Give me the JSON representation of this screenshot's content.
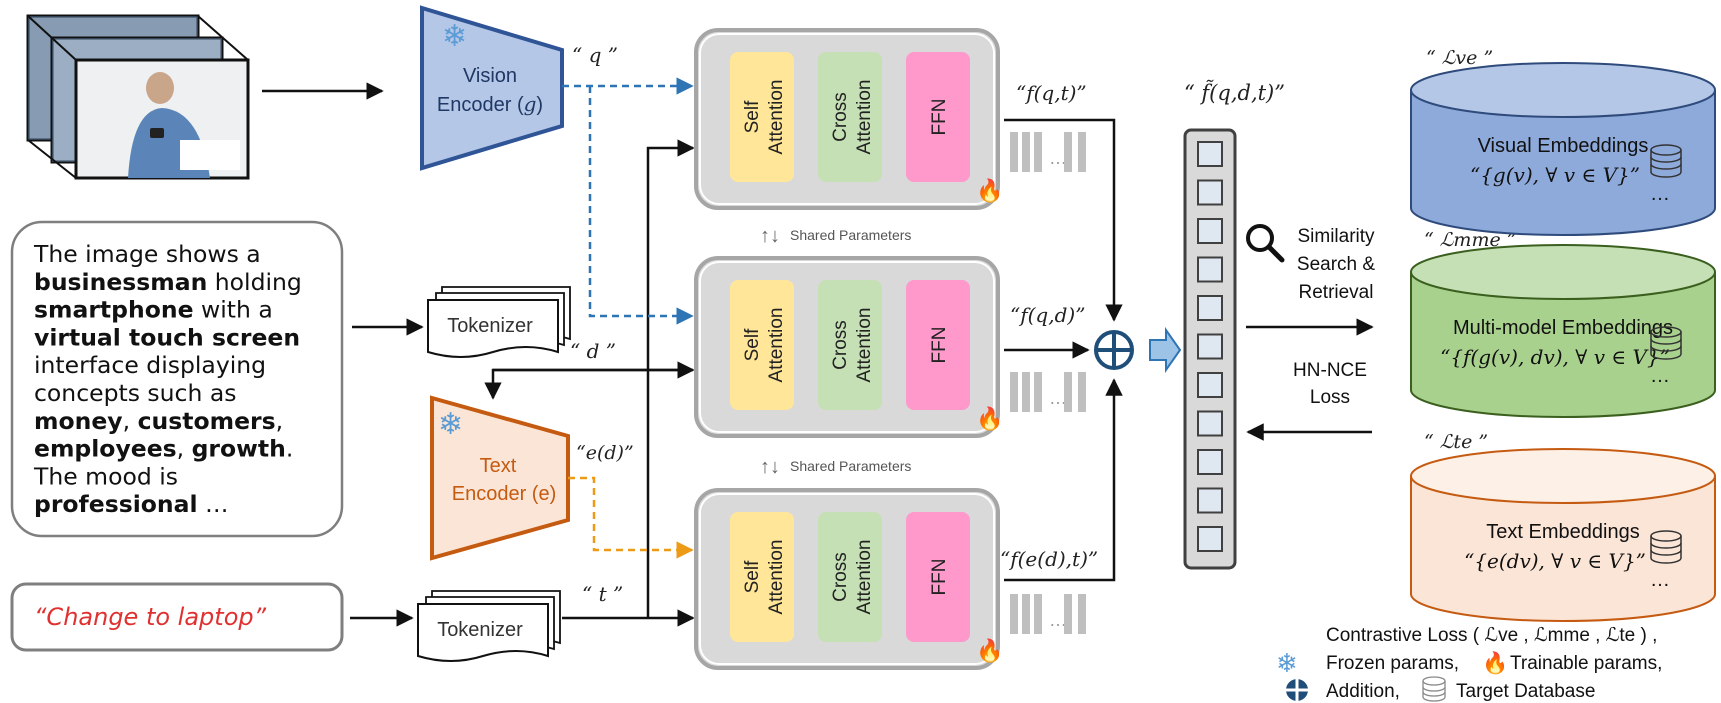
{
  "encoders": {
    "vision": {
      "line1": "Vision",
      "line2": "Encoder (",
      "var": "g",
      "close": ")"
    },
    "text": {
      "line1": "Text",
      "line2": "Encoder (e)"
    }
  },
  "tokenizer_label": "Tokenizer",
  "description": {
    "lines": [
      [
        {
          "t": "The image shows a",
          "b": false
        }
      ],
      [
        {
          "t": "businessman",
          "b": true
        },
        {
          "t": " holding",
          "b": false
        }
      ],
      [
        {
          "t": "smartphone",
          "b": true
        },
        {
          "t": " with a",
          "b": false
        }
      ],
      [
        {
          "t": "virtual touch screen",
          "b": true
        }
      ],
      [
        {
          "t": "interface displaying",
          "b": false
        }
      ],
      [
        {
          "t": "concepts such as",
          "b": false
        }
      ],
      [
        {
          "t": "money",
          "b": true
        },
        {
          "t": ", ",
          "b": false
        },
        {
          "t": "customers",
          "b": true
        },
        {
          "t": ",",
          "b": false
        }
      ],
      [
        {
          "t": "employees",
          "b": true
        },
        {
          "t": ", ",
          "b": false
        },
        {
          "t": "growth",
          "b": true
        },
        {
          "t": ".",
          "b": false
        }
      ],
      [
        {
          "t": "The mood is",
          "b": false
        }
      ],
      [
        {
          "t": "professional",
          "b": true
        },
        {
          "t": " …",
          "b": false
        }
      ]
    ]
  },
  "instruction": "“Change to  laptop”",
  "transformer_blocks": [
    "Self Attention",
    "Cross Attention",
    "FFN"
  ],
  "shared_parameters": "Shared Parameters",
  "vars": {
    "q": "“ q ”",
    "d": "“ d ”",
    "t": "“ t ”",
    "ed": "“e(d)”",
    "fqt": "“f(q,t)”",
    "fqd": "“f(q,d)”",
    "fedt": "“f(e(d),t)”",
    "fused": "“ f̃(q,d,t)”",
    "lve": "“ ℒve ”",
    "lmme": "“ ℒmme ”",
    "lte": "“ ℒte ”"
  },
  "retrieval": {
    "line1": "Similarity",
    "line2": "Search &",
    "line3": "Retrieval"
  },
  "loss": {
    "line1": "HN-NCE",
    "line2": "Loss"
  },
  "databases": [
    {
      "name": "Visual Embeddings",
      "formula": "“{g(v), ∀ v ∈ V}”",
      "color": "#8eaadb",
      "top_color": "#b4c7e7",
      "stroke": "#2f4b7c"
    },
    {
      "name": "Multi-model Embeddings",
      "formula": "“{f(g(v), dv), ∀ v ∈ V}”",
      "color": "#a9d18e",
      "top_color": "#c5e0b4",
      "stroke": "#3a5f1e"
    },
    {
      "name": "Text Embeddings",
      "formula": "“{e(dv), ∀ v ∈ V}”",
      "color": "#fbe5d6",
      "top_color": "#fdf0e7",
      "stroke": "#c55a11"
    }
  ],
  "ellipsis": "…",
  "legend": {
    "line1": "Contrastive Loss ( ℒve , ℒmme , ℒte )  ,",
    "frozen": "Frozen params,",
    "trainable": "Trainable params,",
    "addition": "Addition,",
    "target": "Target Database"
  },
  "colors": {
    "vision_fill": "#b4c7e7",
    "vision_stroke": "#2f5597",
    "text_fill": "#fbe5d6",
    "text_stroke": "#c55a11",
    "self_attention": "#ffe699",
    "cross_attention": "#c5e0b4",
    "ffn": "#ff99cc",
    "block_bg": "#d9d9d9",
    "plus": "#1f4e79",
    "instruction_text": "#e03030",
    "blue_dash": "#2e75b6",
    "orange_dash": "#ed9b16"
  }
}
